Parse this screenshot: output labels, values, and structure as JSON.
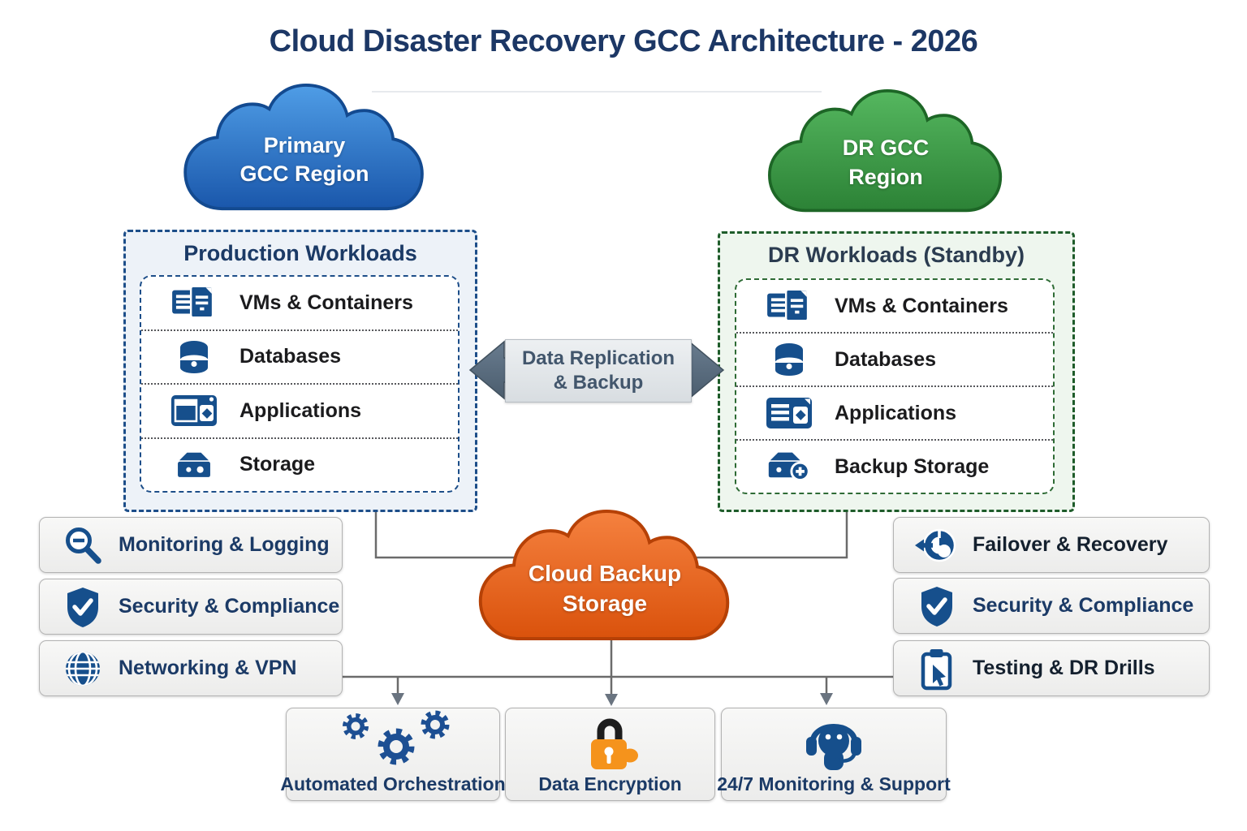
{
  "title": "Cloud Disaster Recovery GCC Architecture - 2026",
  "colors": {
    "title_navy": "#1c3765",
    "primary_cloud_blue": "#1a57ab",
    "dr_cloud_green": "#2c8236",
    "backup_cloud_orange": "#da520c",
    "icon_navy": "#164f8c",
    "prod_border_blue": "#1d4e89",
    "dr_border_green": "#1e5c2a",
    "connector_gray": "#6b6b6b",
    "arrow_slate": "#5a6e80"
  },
  "clouds": {
    "primary": {
      "icon": "cloud-shape",
      "line1": "Primary",
      "line2": "GCC Region"
    },
    "dr": {
      "icon": "cloud-shape",
      "line1": "DR GCC",
      "line2": "Region"
    },
    "backup": {
      "icon": "cloud-shape",
      "line1": "Cloud Backup",
      "line2": "Storage"
    }
  },
  "production": {
    "title": "Production Workloads",
    "items": [
      {
        "icon": "vm-containers-icon",
        "label": "VMs & Containers"
      },
      {
        "icon": "database-icon",
        "label": "Databases"
      },
      {
        "icon": "applications-icon",
        "label": "Applications"
      },
      {
        "icon": "storage-icon",
        "label": "Storage"
      }
    ]
  },
  "dr_workloads": {
    "title": "DR Workloads (Standby)",
    "items": [
      {
        "icon": "vm-containers-icon",
        "label": "VMs & Containers"
      },
      {
        "icon": "database-icon",
        "label": "Databases"
      },
      {
        "icon": "applications-icon",
        "label": "Applications"
      },
      {
        "icon": "backup-storage-icon",
        "label": "Backup Storage"
      }
    ]
  },
  "replication": {
    "line1": "Data Replication",
    "line2": "& Backup"
  },
  "left_panels": [
    {
      "icon": "magnifier-minus-icon",
      "label": "Monitoring & Logging"
    },
    {
      "icon": "shield-check-icon",
      "label": "Security & Compliance"
    },
    {
      "icon": "globe-icon",
      "label": "Networking & VPN"
    }
  ],
  "right_panels": [
    {
      "icon": "failover-recovery-icon",
      "label": "Failover & Recovery"
    },
    {
      "icon": "shield-check-icon",
      "label": "Security & Compliance"
    },
    {
      "icon": "clipboard-check-icon",
      "label": "Testing & DR Drills"
    }
  ],
  "bottom_panels": [
    {
      "icon": "gears-icon",
      "label": "Automated Orchestration"
    },
    {
      "icon": "padlock-icon",
      "label": "Data Encryption"
    },
    {
      "icon": "headset-icon",
      "label": "24/7 Monitoring & Support"
    }
  ]
}
